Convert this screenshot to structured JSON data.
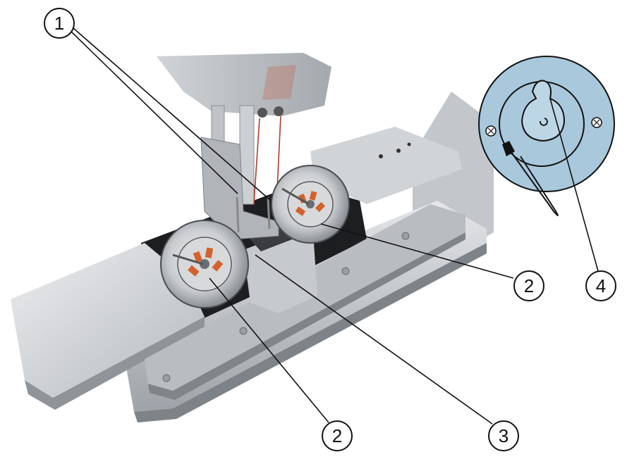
{
  "callouts": [
    {
      "id": "callout-1",
      "label": "1"
    },
    {
      "id": "callout-2a",
      "label": "2"
    },
    {
      "id": "callout-2b",
      "label": "2"
    },
    {
      "id": "callout-3",
      "label": "3"
    },
    {
      "id": "callout-4",
      "label": "4"
    }
  ],
  "colors": {
    "metal_light": "#d9dcdf",
    "metal_mid": "#aeb3b8",
    "metal_dark": "#6f757b",
    "hook_black": "#1a1a1a",
    "bobbin_accent": "#d2632c",
    "inset_blue": "#a9c8dc",
    "outline": "#111111"
  },
  "icons": [
    "sewing-machine-bed-illustration",
    "bobbin-case-inset-illustration"
  ]
}
